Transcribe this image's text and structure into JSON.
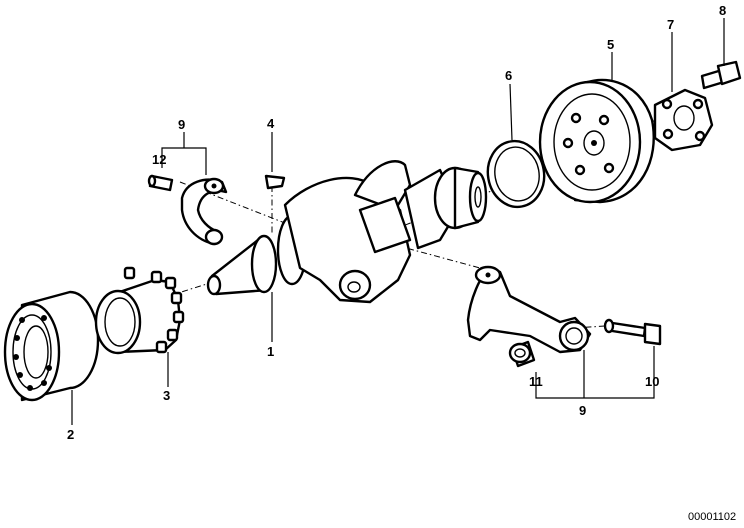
{
  "callouts": [
    {
      "id": "c1",
      "text": "1"
    },
    {
      "id": "c2",
      "text": "2"
    },
    {
      "id": "c3",
      "text": "3"
    },
    {
      "id": "c4",
      "text": "4"
    },
    {
      "id": "c5",
      "text": "5"
    },
    {
      "id": "c6",
      "text": "6"
    },
    {
      "id": "c7",
      "text": "7"
    },
    {
      "id": "c8",
      "text": "8"
    },
    {
      "id": "c9a",
      "text": "9"
    },
    {
      "id": "c9b",
      "text": "9"
    },
    {
      "id": "c10",
      "text": "10"
    },
    {
      "id": "c11",
      "text": "11"
    },
    {
      "id": "c12",
      "text": "12"
    }
  ],
  "reference_number": "00001102"
}
